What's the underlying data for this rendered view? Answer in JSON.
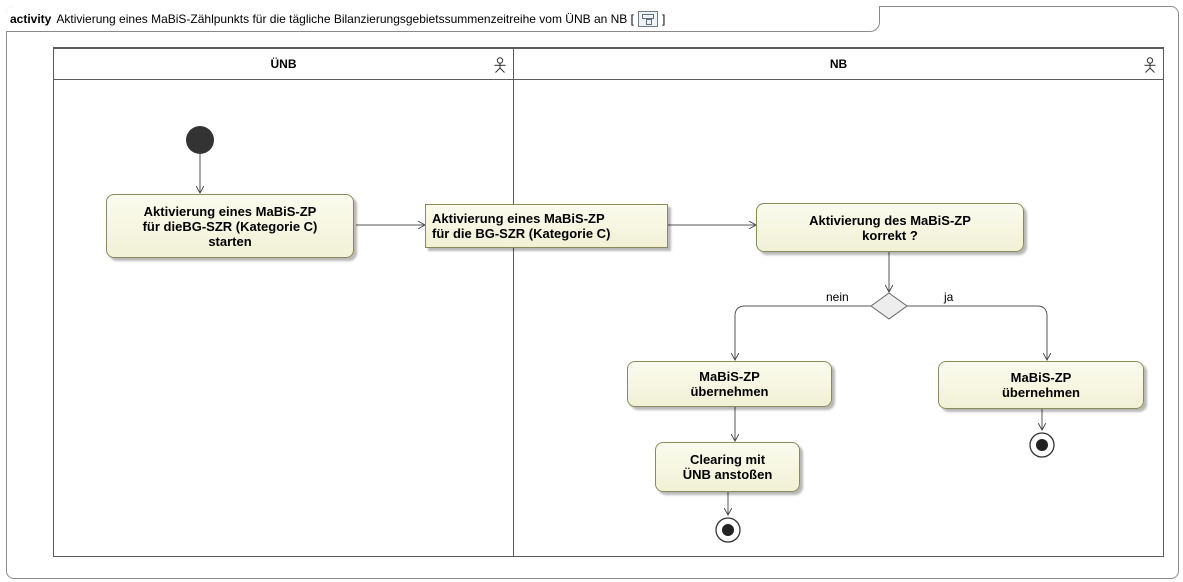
{
  "diagram": {
    "keyword": "activity",
    "title": "Aktivierung eines MaBiS-Zählpunkts für die tägliche Bilanzierungsgebietssummenzeitreihe vom ÜNB an NB [",
    "title_suffix": "]"
  },
  "lanes": {
    "uenb": "ÜNB",
    "nb": "NB"
  },
  "nodes": {
    "start_action": "Aktivierung eines MaBiS-ZP\nfür dieBG-SZR (Kategorie C)\nstarten",
    "object_node": "Aktivierung eines MaBiS-ZP\nfür die BG-SZR (Kategorie C)",
    "check_action": "Aktivierung des MaBiS-ZP\nkorrekt ?",
    "take_over_nein": "MaBiS-ZP\nübernehmen",
    "take_over_ja": "MaBiS-ZP\nübernehmen",
    "clearing": "Clearing mit\nÜNB anstoßen"
  },
  "guards": {
    "nein": "nein",
    "ja": "ja"
  },
  "colors": {
    "node_fill": "#f6f6e2",
    "node_border": "#8a8a5c",
    "line": "#5a5a5a"
  }
}
